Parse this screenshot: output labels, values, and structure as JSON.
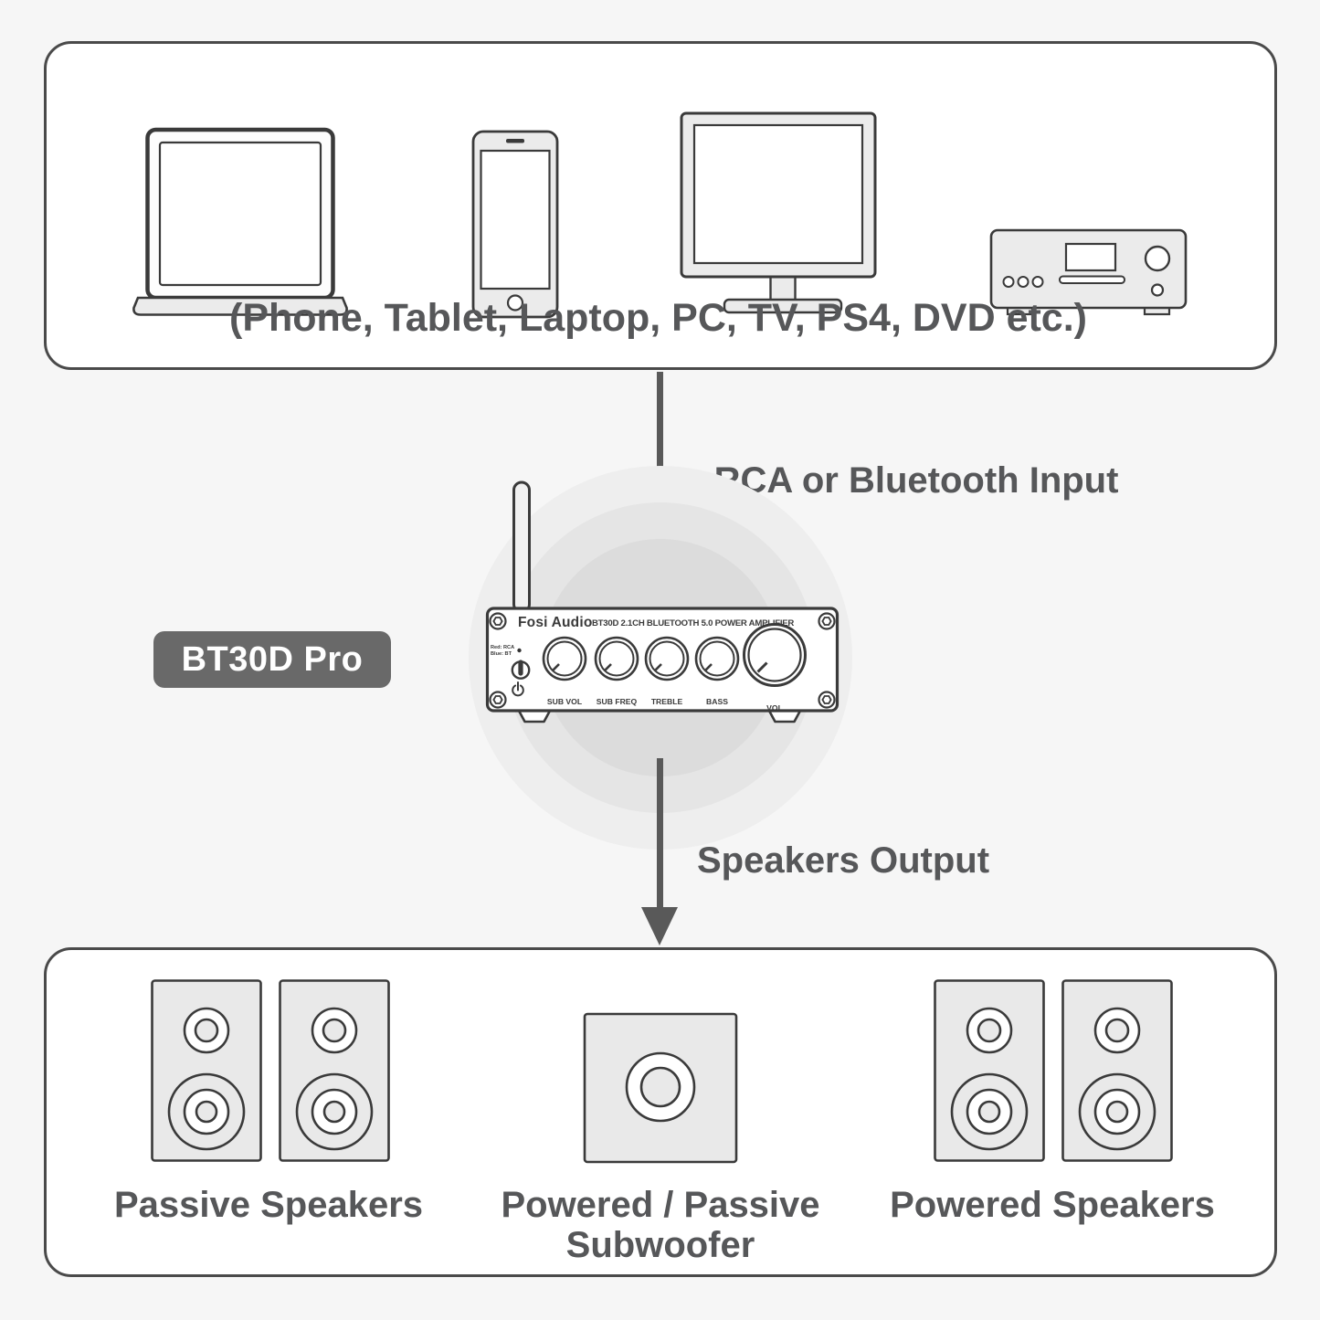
{
  "colors": {
    "background": "#f6f6f6",
    "box_fill": "#ffffff",
    "box_border": "#4a4a4a",
    "line_art": "#3a3a3a",
    "device_fill": "#ebebeb",
    "text": "#565759",
    "arrow": "#595959",
    "badge_bg": "#696969",
    "badge_text": "#ffffff",
    "glow_outer": "#eeeeee",
    "glow_mid": "#e5e5e5",
    "glow_inner": "#dcdcdc"
  },
  "source_box": {
    "label": "(Phone, Tablet, Laptop, PC, TV, PS4, DVD etc.)"
  },
  "flows": {
    "input_label": "RCA or Bluetooth Input",
    "output_label": "Speakers Output"
  },
  "amplifier": {
    "badge": "BT30D Pro",
    "brand": "Fosi Audio",
    "panel_title": "BT30D 2.1CH BLUETOOTH 5.0 POWER AMPLIFIER",
    "led_legend": {
      "line1": "Red: RCA",
      "line2": "Blue: BT"
    },
    "knobs": [
      "SUB VOL",
      "SUB FREQ",
      "TREBLE",
      "BASS",
      "VOL"
    ]
  },
  "output_box": {
    "passive_label": "Passive Speakers",
    "subwoofer_label": {
      "line1": "Powered / Passive",
      "line2": "Subwoofer"
    },
    "powered_label": "Powered Speakers"
  },
  "icons": {
    "laptop": "laptop-icon",
    "phone": "phone-icon",
    "monitor": "monitor-icon",
    "dvd_player": "dvd-player-icon",
    "speaker": "speaker-icon",
    "subwoofer": "subwoofer-icon",
    "screw": "corner-screw-icon",
    "toggle": "toggle-switch-icon",
    "power": "power-icon",
    "antenna": "bluetooth-antenna-icon"
  }
}
